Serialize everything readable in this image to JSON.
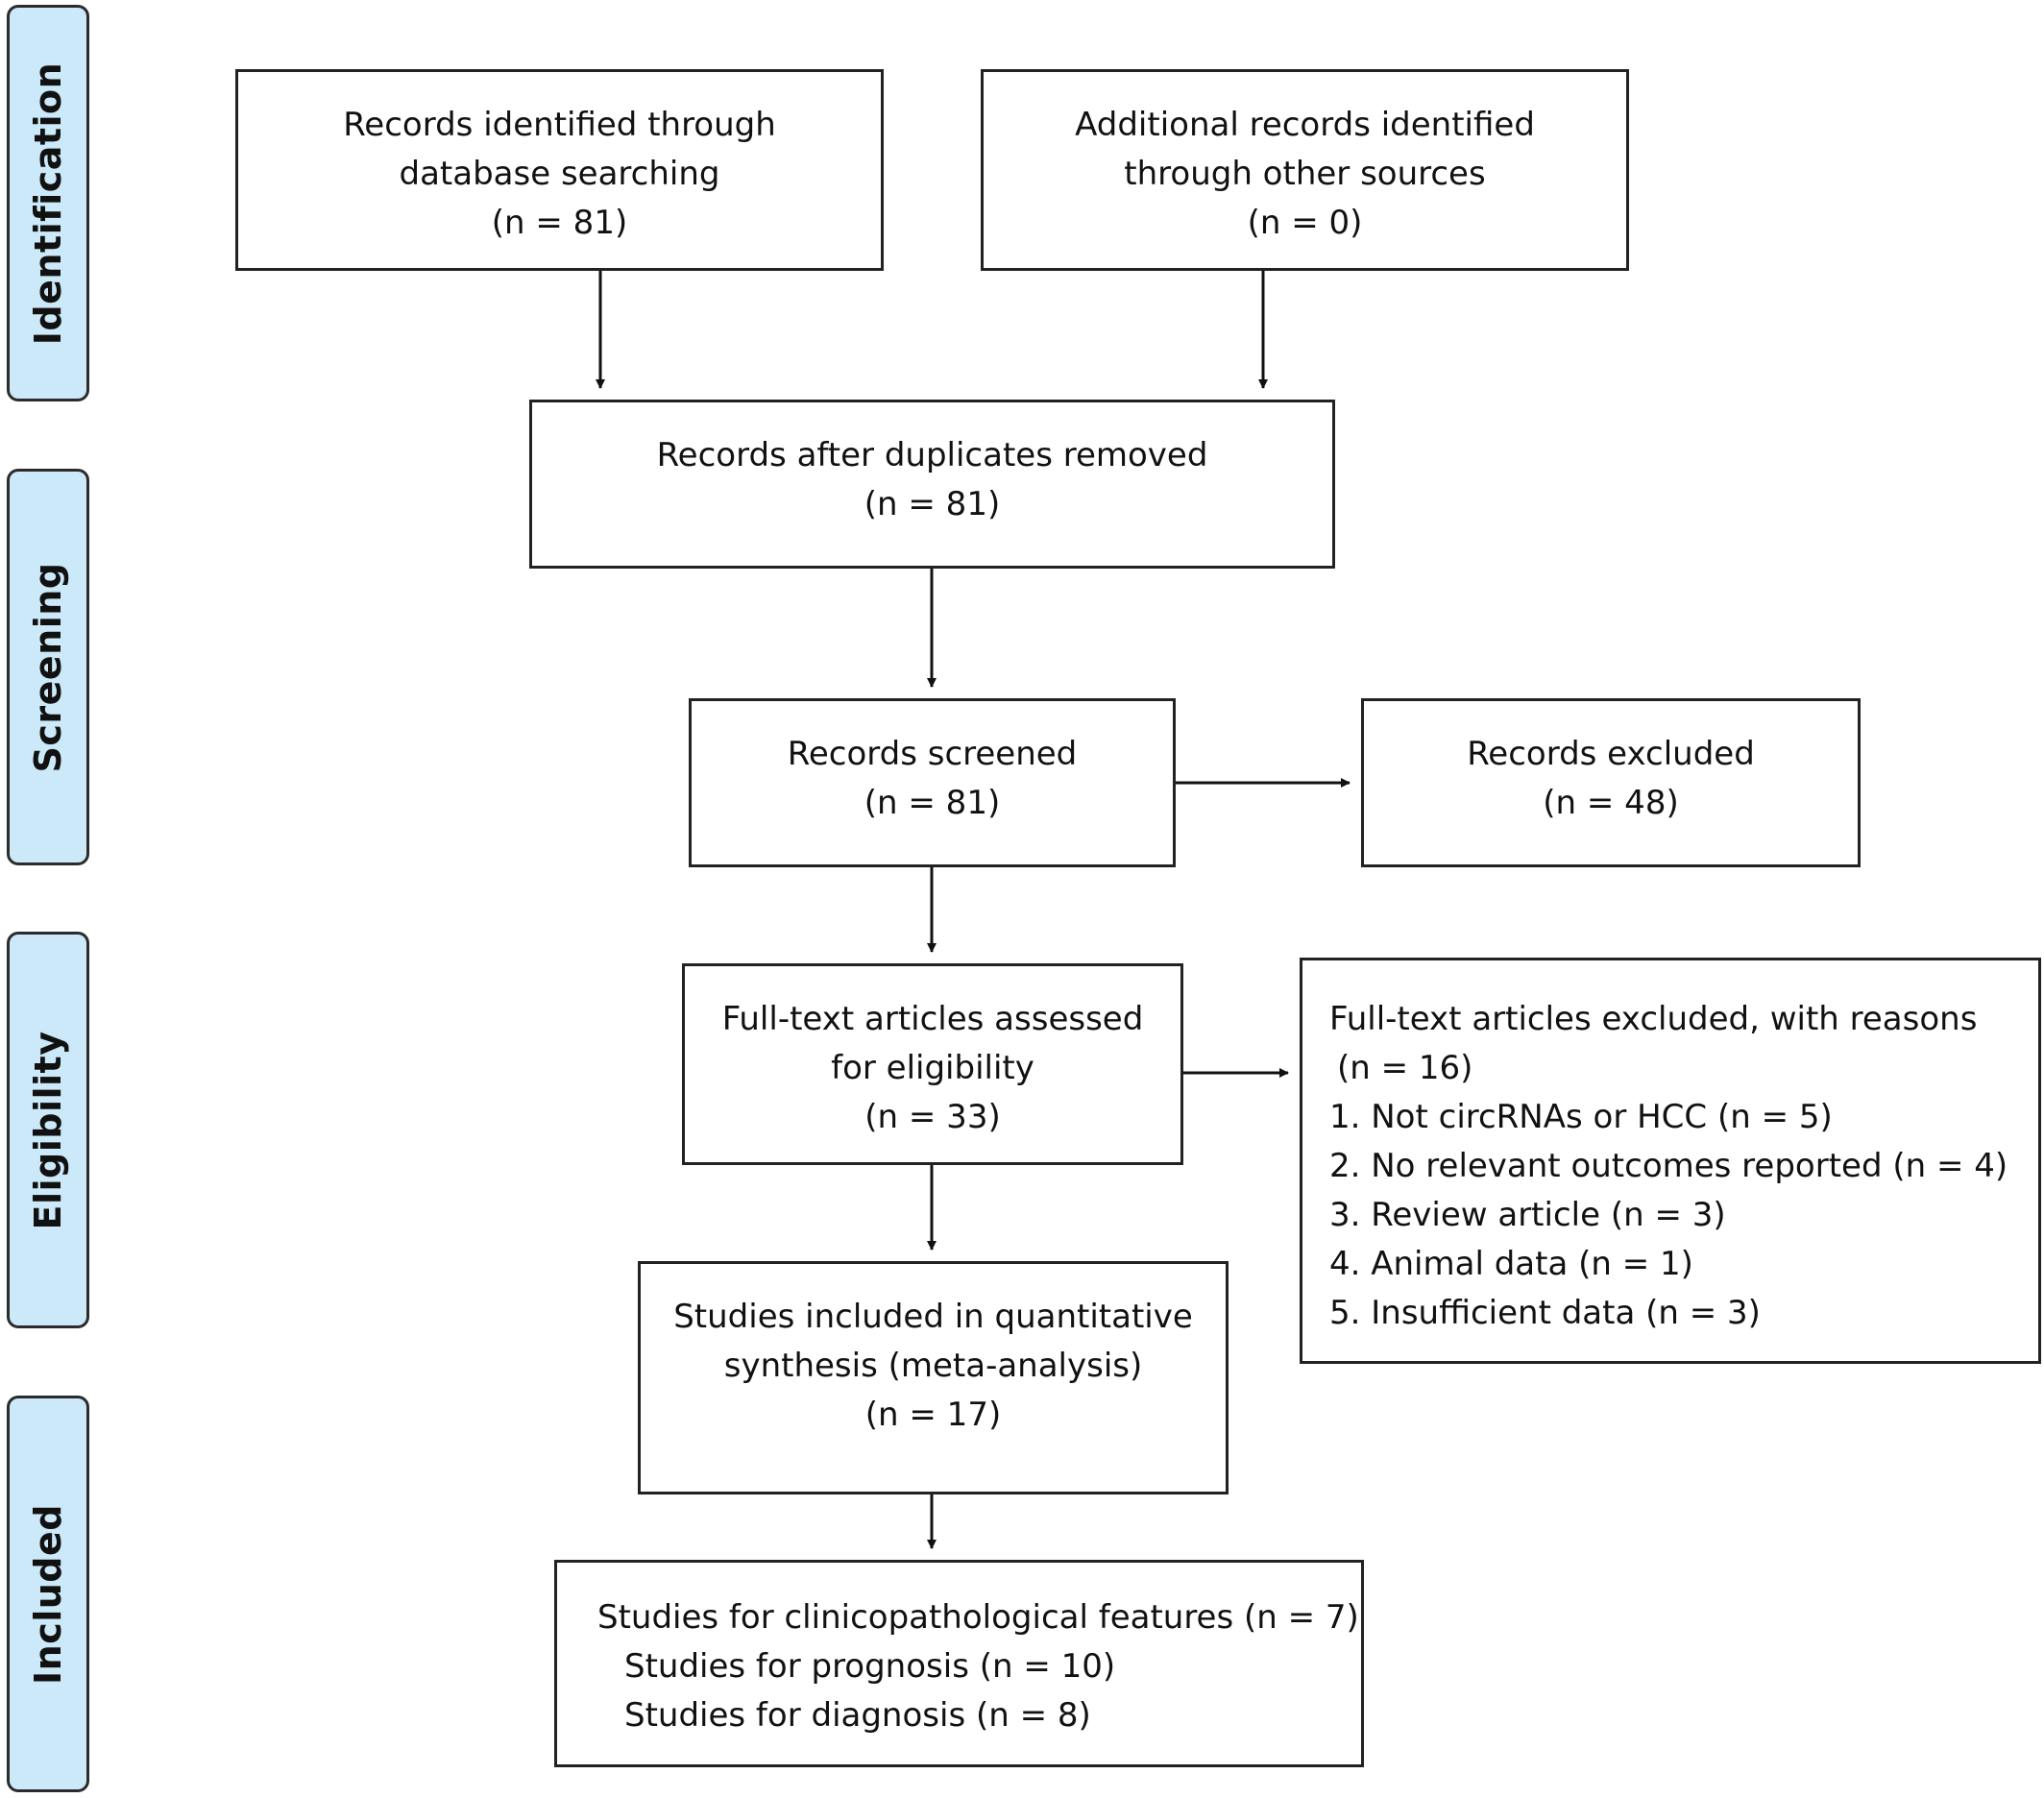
{
  "phases": {
    "identification": "Identification",
    "screening": "Screening",
    "eligibility": "Eligibility",
    "included": "Included"
  },
  "boxes": {
    "database_search": {
      "lines": [
        "Records identified through",
        "database searching",
        "(n = 81)"
      ]
    },
    "other_sources": {
      "lines": [
        "Additional records identified",
        "through other sources",
        "(n = 0)"
      ]
    },
    "after_duplicates": {
      "lines": [
        "Records after duplicates removed",
        "(n = 81)"
      ]
    },
    "screened": {
      "lines": [
        "Records screened",
        "(n = 81)"
      ]
    },
    "excluded": {
      "lines": [
        "Records excluded",
        "(n = 48)"
      ]
    },
    "fulltext_assessed": {
      "lines": [
        "Full-text articles assessed",
        "for eligibility",
        "(n = 33)"
      ]
    },
    "fulltext_excluded": {
      "lines": [
        "Full-text articles excluded, with reasons",
        "(n = 16)",
        "1. Not circRNAs or HCC (n =  5)",
        "2. No relevant outcomes reported (n =  4)",
        "3. Review article (n =  3)",
        "4. Animal data (n =  1)",
        "5. Insufficient data (n =  3)"
      ]
    },
    "quantitative_synthesis": {
      "lines": [
        "Studies included in quantitative",
        "synthesis (meta-analysis)",
        "(n = 17)"
      ]
    },
    "final_studies": {
      "lines": [
        "Studies for clinicopathological features (n = 7)",
        "Studies for prognosis (n = 10)",
        "Studies for diagnosis (n = 8)"
      ]
    }
  }
}
